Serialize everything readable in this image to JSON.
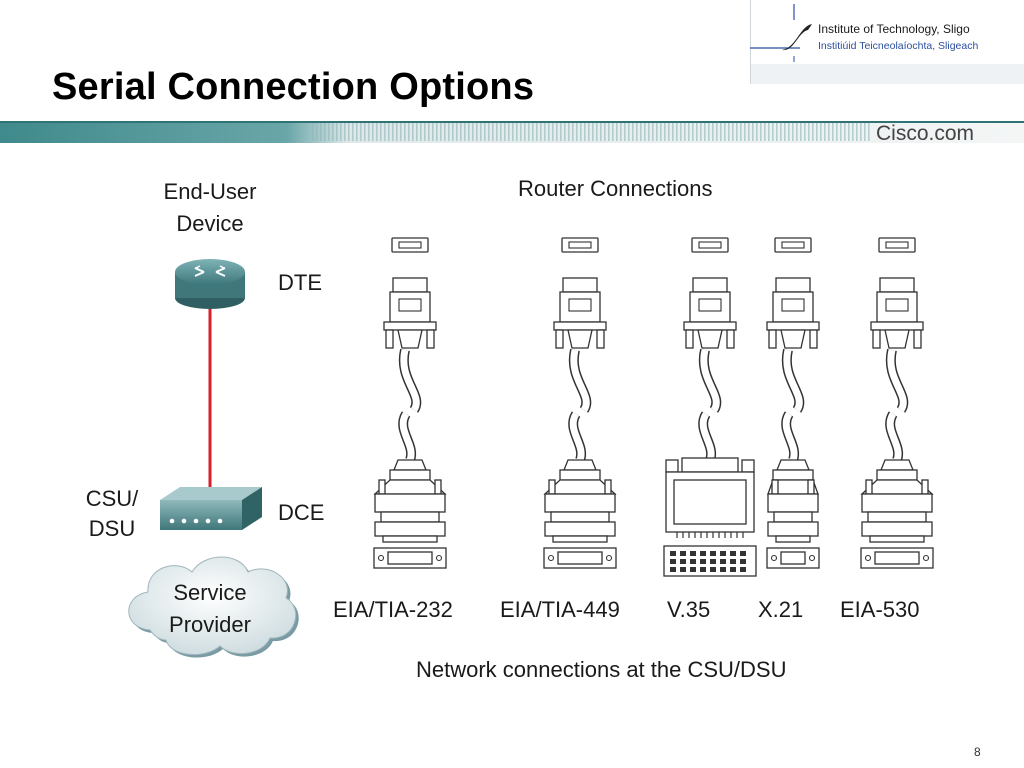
{
  "slide": {
    "title": "Serial Connection Options",
    "page_number": "8",
    "footer_brand": "Cisco.com"
  },
  "institute": {
    "name_en": "Institute of Technology, Sligo",
    "name_ga": "Institiúid Teicneolaíochta, Sligeach"
  },
  "diagram": {
    "end_user_device_label": "End-User\nDevice",
    "dte_label": "DTE",
    "csu_dsu_label": "CSU/\nDSU",
    "dce_label": "DCE",
    "service_provider_label": "Service\nProvider",
    "router_connections_label": "Router Connections",
    "network_connections_label": "Network connections at the CSU/DSU",
    "connectors": [
      {
        "name": "EIA/TIA-232"
      },
      {
        "name": "EIA/TIA-449"
      },
      {
        "name": "V.35"
      },
      {
        "name": "X.21"
      },
      {
        "name": "EIA-530"
      }
    ]
  },
  "colors": {
    "accent_teal": "#3f8a8c",
    "link_red": "#d6202a",
    "router_teal": "#4b8a8f"
  }
}
